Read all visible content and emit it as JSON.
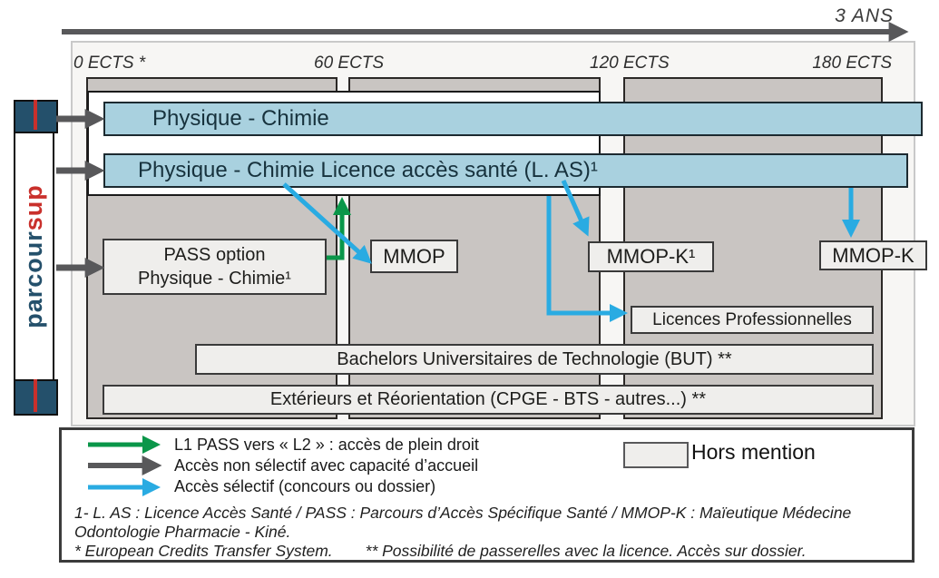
{
  "colors": {
    "bar_blue": "#a9d1df",
    "arrow_blue": "#29abe2",
    "arrow_green": "#0a9649",
    "arrow_gray": "#58585a",
    "column_gray": "#c9c5c2",
    "box_gray": "#efeeec",
    "logo_navy": "#24506b",
    "logo_red": "#c9302c"
  },
  "timeline": {
    "duration_label": "3 ANS",
    "ticks": [
      "0 ECTS *",
      "60 ECTS",
      "120 ECTS",
      "180 ECTS"
    ]
  },
  "logo": {
    "text_main": "parcour",
    "text_accent": "sup"
  },
  "bars": {
    "licence": "Physique - Chimie",
    "licence_as": "Physique - Chimie Licence accès santé (L. AS)¹"
  },
  "boxes": {
    "pass_line1": "PASS option",
    "pass_line2": "Physique - Chimie¹",
    "mmop": "MMOP",
    "mmop_k1": "MMOP-K¹",
    "mmop_k": "MMOP-K",
    "licences_pro": "Licences Professionnelles",
    "but": "Bachelors Universitaires de Technologie (BUT) **",
    "exterieurs": "Extérieurs et Réorientation (CPGE - BTS - autres...) **"
  },
  "legend": {
    "green": "L1 PASS vers « L2 » : accès de plein droit",
    "gray": "Accès non sélectif avec capacité d’accueil",
    "blue": "Accès sélectif (concours ou dossier)",
    "hors_mention": "Hors mention"
  },
  "footnotes": {
    "line1": "1- L. AS : Licence Accès Santé / PASS : Parcours d’Accès Spécifique Santé / MMOP-K : Maïeutique Médecine",
    "line2": "Odontologie Pharmacie - Kiné.",
    "line3a": "* European Credits Transfer System.",
    "line3b": "** Possibilité de passerelles avec la licence. Accès sur dossier."
  }
}
